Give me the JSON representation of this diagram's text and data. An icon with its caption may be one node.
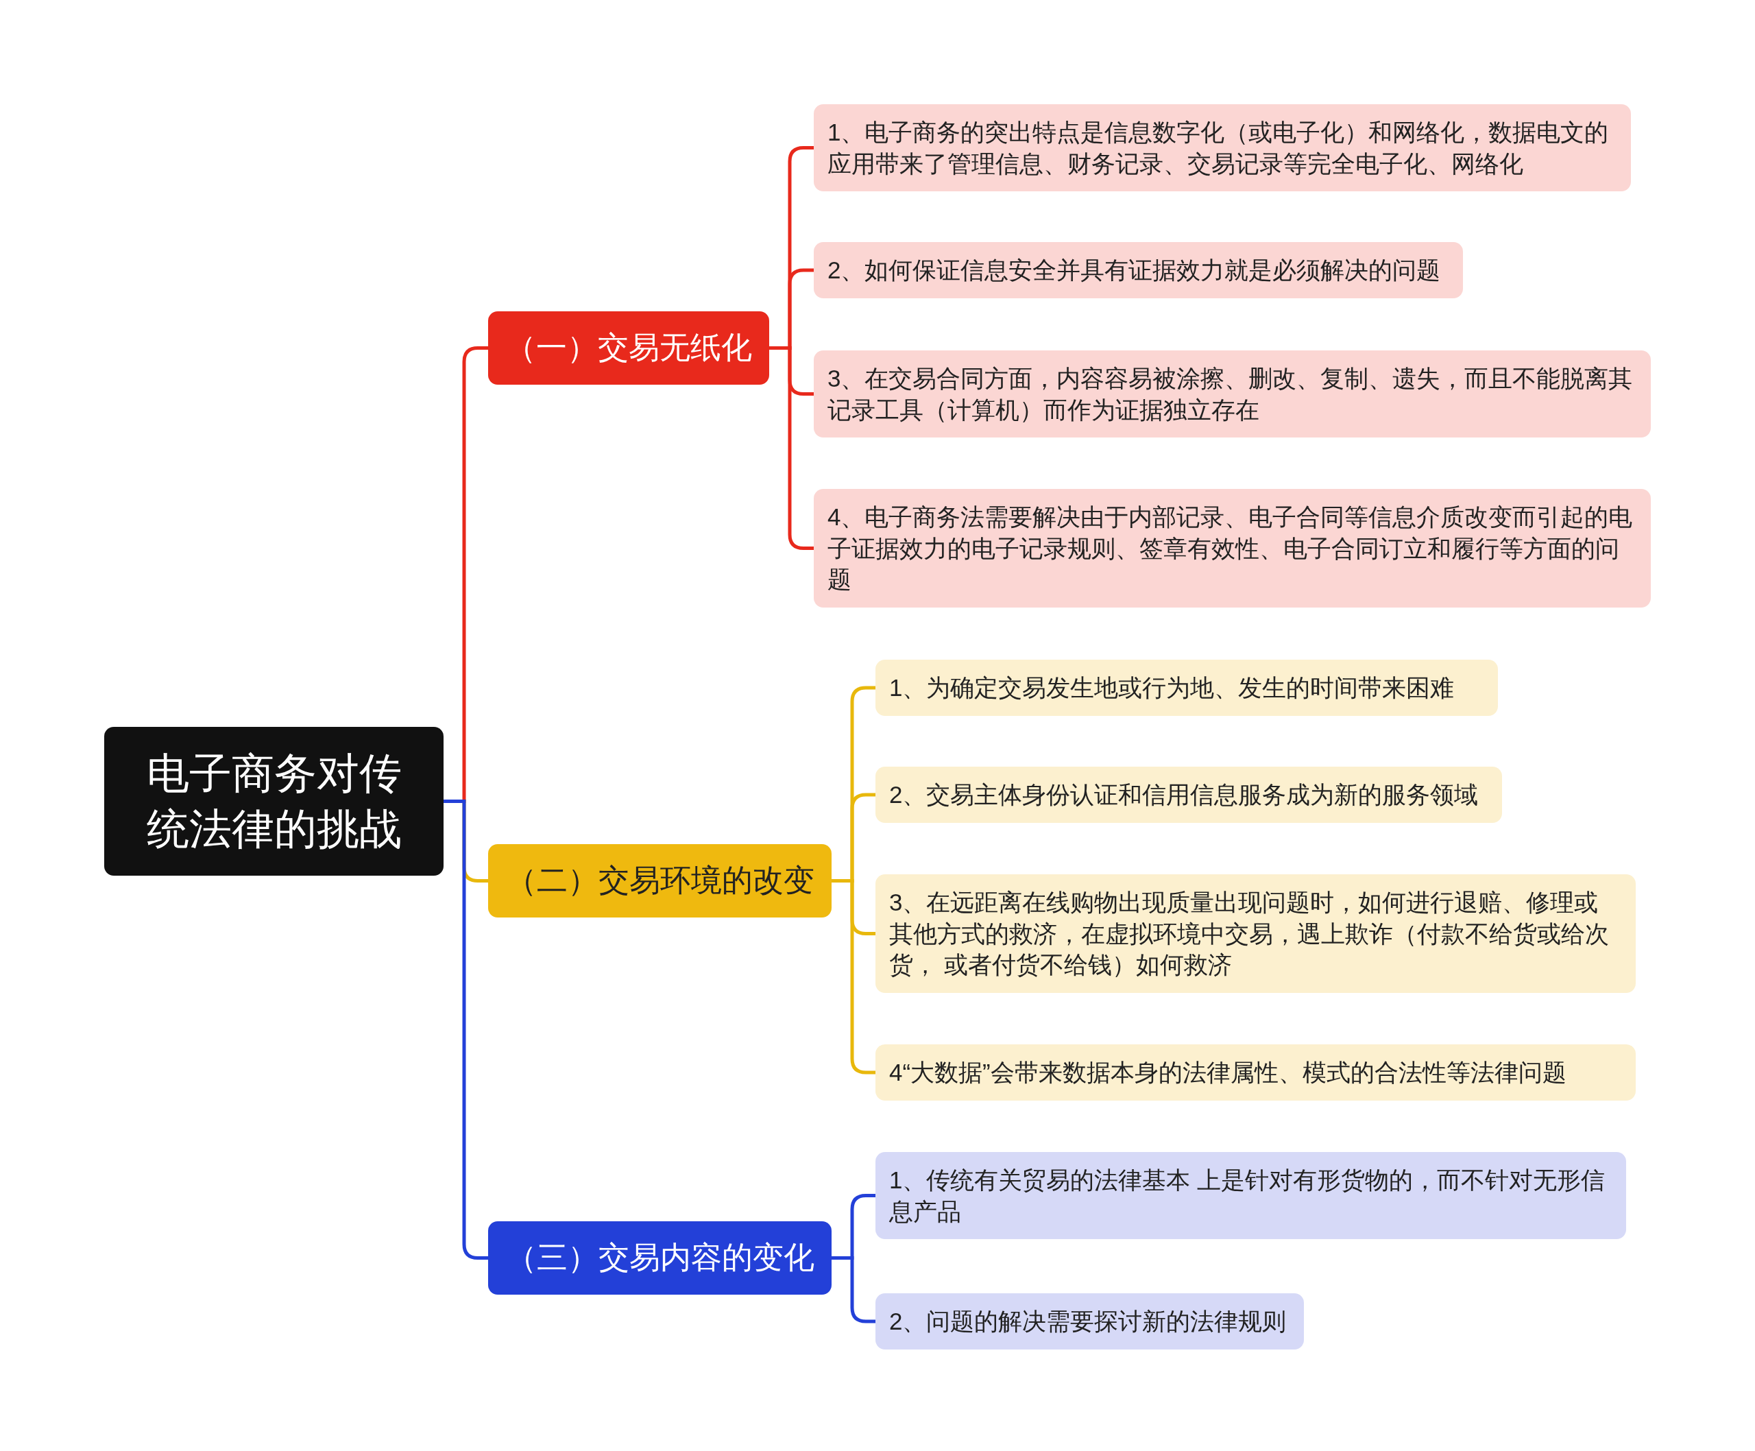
{
  "diagram": {
    "nodes": [
      {
        "text": [
          "电子商务对传统法律的挑战"
        ]
      },
      {
        "text": [
          "（一）交易无纸化"
        ]
      },
      {
        "text": [
          "1、电子商务的突出特点是信息数字化（或电子化）和网络化，数据电文的应用带来了管理信息、财务记录、交易记录等完全电子化、网络化"
        ]
      },
      {
        "text": [
          "2、如何保证信息安全并具有证据效力就是必须解决的问题"
        ]
      },
      {
        "text": [
          "3、在交易合同方面，内容容易被涂擦、删改、复制、遗失，而且不能脱离其记录工具（计算机）而作为证据独立存在"
        ]
      },
      {
        "text": [
          "4、电子商务法需要解决由于内部记录、电子合同等信息介质改变而引起的电子证据效力的电子记录规则、签章有效性、电子合同订立和履行等方面的问题"
        ]
      },
      {
        "text": [
          "（二）交易环境的改变"
        ]
      },
      {
        "text": [
          "1、为确定交易发生地或行为地、发生的时间带来困难"
        ]
      },
      {
        "text": [
          "2、交易主体身份认证和信用信息服务成为新的服务领域"
        ]
      },
      {
        "text": [
          "3、在远距离在线购物出现质量出现问题时，如何进行退赔、修理或其他方式的救济，在虚拟环境中交易，遇上欺诈（付款不给货或给次货， 或者付货不给钱）如何救济"
        ]
      },
      {
        "text": [
          "4“大数据”会带来数据本身的法律属性、模式的合法性等法律问题"
        ]
      },
      {
        "text": [
          "（三）交易内容的变化"
        ]
      },
      {
        "text": [
          "1、传统有关贸易的法律基本 上是针对有形货物的，而不针对无形信息产品"
        ]
      },
      {
        "text": [
          "2、问题的解决需要探讨新的法律规则"
        ]
      }
    ],
    "edges": [
      {
        "from": 0,
        "to": 1,
        "arrow": "none",
        "color": "#e8291c"
      },
      {
        "from": 0,
        "to": 6,
        "arrow": "none",
        "color": "#e8b80c"
      },
      {
        "from": 0,
        "to": 11,
        "arrow": "none",
        "color": "#2340d8"
      },
      {
        "from": 1,
        "to": 2,
        "arrow": "none",
        "color": "#e8291c"
      },
      {
        "from": 1,
        "to": 3,
        "arrow": "none",
        "color": "#e8291c"
      },
      {
        "from": 1,
        "to": 4,
        "arrow": "none",
        "color": "#e8291c"
      },
      {
        "from": 1,
        "to": 5,
        "arrow": "none",
        "color": "#e8291c"
      },
      {
        "from": 6,
        "to": 7,
        "arrow": "none",
        "color": "#e8b80c"
      },
      {
        "from": 6,
        "to": 8,
        "arrow": "none",
        "color": "#e8b80c"
      },
      {
        "from": 6,
        "to": 9,
        "arrow": "none",
        "color": "#e8b80c"
      },
      {
        "from": 6,
        "to": 10,
        "arrow": "none",
        "color": "#e8b80c"
      },
      {
        "from": 11,
        "to": 12,
        "arrow": "none",
        "color": "#2340d8"
      },
      {
        "from": 11,
        "to": 13,
        "arrow": "none",
        "color": "#2340d8"
      }
    ]
  }
}
